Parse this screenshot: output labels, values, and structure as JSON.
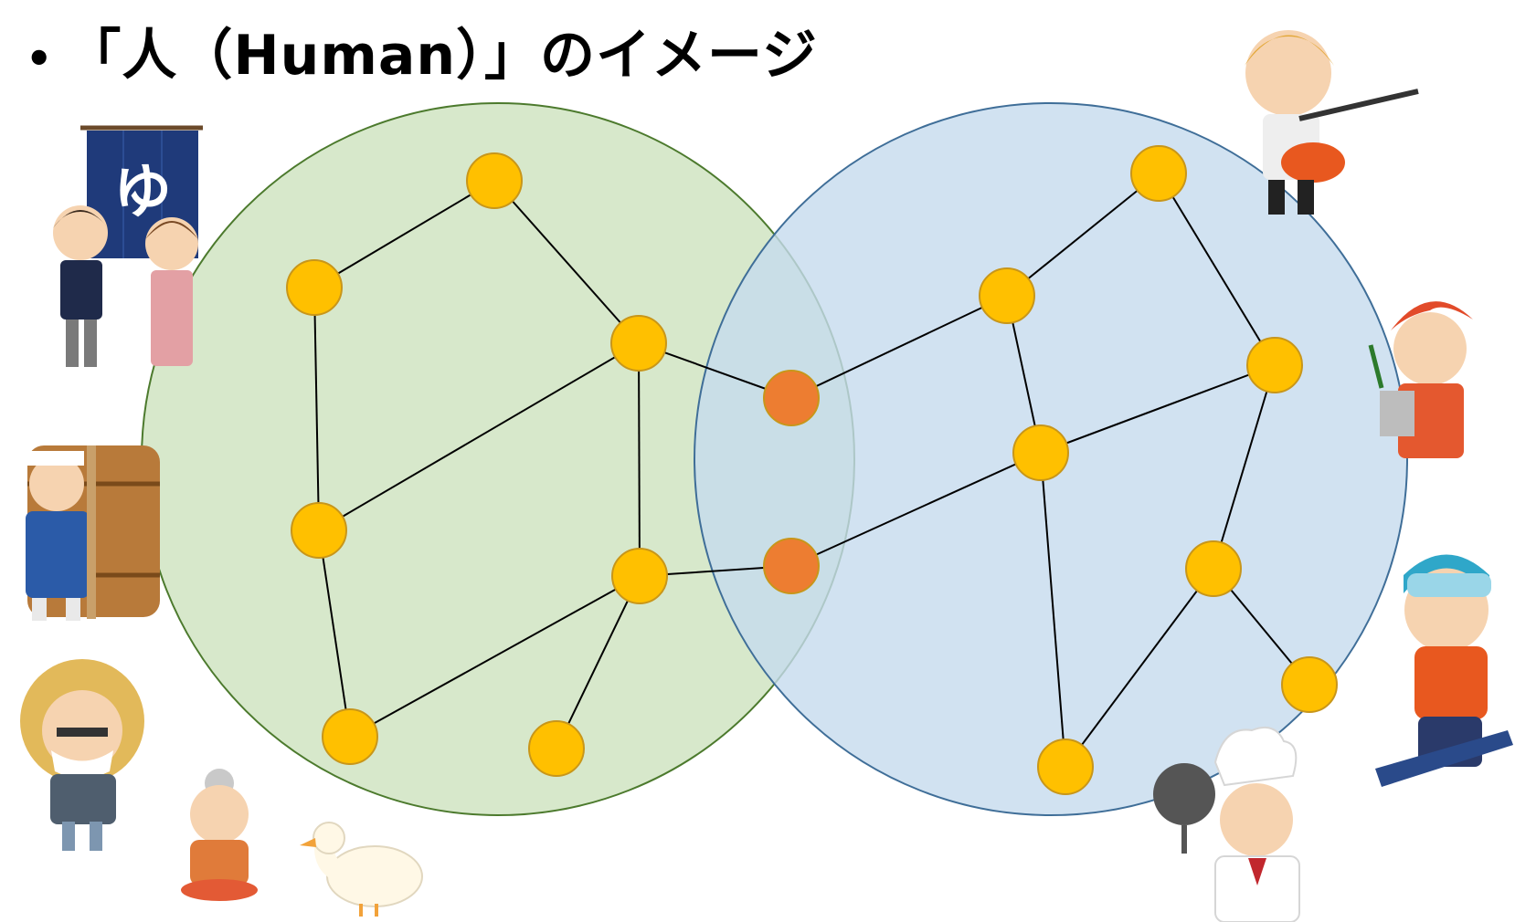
{
  "title": {
    "bullet": "•",
    "text": "「人（Human）」のイメージ"
  },
  "colors": {
    "left_circle_fill": "#d3e5c5",
    "left_circle_stroke": "#4c7a2d",
    "right_circle_fill": "#c5dbee",
    "right_circle_stroke": "#3f6e98",
    "node": "#ffc000",
    "bridge_node": "#ed7d31"
  },
  "diagram": {
    "nodes": [
      {
        "id": "L1",
        "kind": "regular"
      },
      {
        "id": "L2",
        "kind": "regular"
      },
      {
        "id": "L3",
        "kind": "regular"
      },
      {
        "id": "L4",
        "kind": "regular"
      },
      {
        "id": "L5",
        "kind": "regular"
      },
      {
        "id": "L6",
        "kind": "regular"
      },
      {
        "id": "L7",
        "kind": "regular"
      },
      {
        "id": "B1",
        "kind": "bridge"
      },
      {
        "id": "B2",
        "kind": "bridge"
      },
      {
        "id": "R1",
        "kind": "regular"
      },
      {
        "id": "R2",
        "kind": "regular"
      },
      {
        "id": "R3",
        "kind": "regular"
      },
      {
        "id": "R4",
        "kind": "regular"
      },
      {
        "id": "R5",
        "kind": "regular"
      },
      {
        "id": "R6",
        "kind": "regular"
      },
      {
        "id": "R7",
        "kind": "regular"
      }
    ],
    "edges": [
      [
        "L1",
        "L2"
      ],
      [
        "L1",
        "L3"
      ],
      [
        "L2",
        "L4"
      ],
      [
        "L3",
        "L4"
      ],
      [
        "L3",
        "L5"
      ],
      [
        "L3",
        "B1"
      ],
      [
        "L4",
        "L6"
      ],
      [
        "L5",
        "L6"
      ],
      [
        "L5",
        "L7"
      ],
      [
        "L5",
        "B2"
      ],
      [
        "B1",
        "R2"
      ],
      [
        "B2",
        "R4"
      ],
      [
        "R1",
        "R2"
      ],
      [
        "R1",
        "R3"
      ],
      [
        "R2",
        "R4"
      ],
      [
        "R3",
        "R4"
      ],
      [
        "R3",
        "R5"
      ],
      [
        "R4",
        "R7"
      ],
      [
        "R5",
        "R6"
      ],
      [
        "R5",
        "R7"
      ]
    ]
  },
  "illustrations": [
    {
      "name": "innkeepers-illustration",
      "sign_text": "ゆ"
    },
    {
      "name": "sake-brewer-illustration"
    },
    {
      "name": "farmer-illustration"
    },
    {
      "name": "grandmother-illustration"
    },
    {
      "name": "duck-illustration"
    },
    {
      "name": "guitarist-illustration"
    },
    {
      "name": "artist-illustration"
    },
    {
      "name": "snowboarder-illustration"
    },
    {
      "name": "chef-illustration"
    }
  ]
}
